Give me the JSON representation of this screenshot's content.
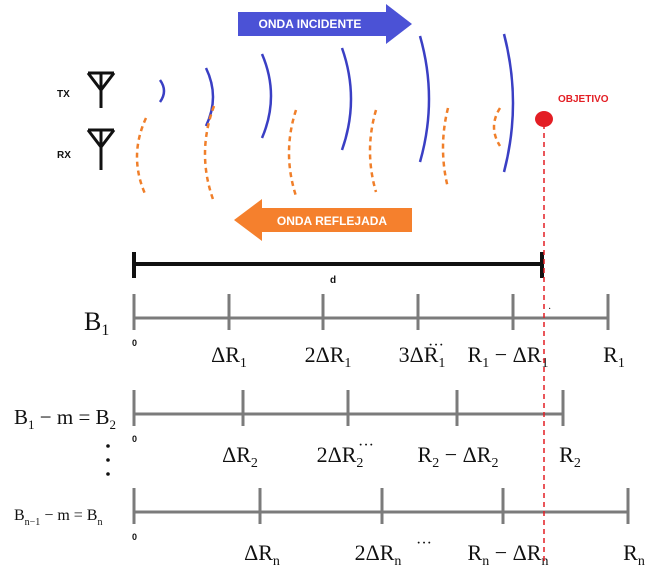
{
  "colors": {
    "incident_wave": "#3a3fc4",
    "reflected_wave": "#f07f2a",
    "incident_arrow": "#4b52d6",
    "reflected_arrow": "#f5802d",
    "target": "#e31e24",
    "axis": "#7b7b7b",
    "distance_bar": "#111111",
    "text": "#111111"
  },
  "antennas": {
    "tx_label": "TX",
    "rx_label": "RX",
    "icon": "antenna-icon"
  },
  "arrows": {
    "incident_label": "ONDA INCIDENTE",
    "reflected_label": "ONDA REFLEJADA"
  },
  "target": {
    "label": "OBJETIVO"
  },
  "distance": {
    "label": "d"
  },
  "axes": {
    "axis1": {
      "row_label": "B",
      "row_label_sub": "1",
      "zero": "0",
      "ticks": [
        {
          "text": "ΔR",
          "sub": "1"
        },
        {
          "text": "2ΔR",
          "sub": "1"
        },
        {
          "text": "3ΔR",
          "sub": "1"
        },
        {
          "text": "R",
          "sub": "1",
          "tail": " − ΔR",
          "tail_sub": "1"
        },
        {
          "text": "R",
          "sub": "1"
        }
      ],
      "ellipsis": "···",
      "dot": "·"
    },
    "axis2": {
      "row_label_parts": [
        "B",
        "1",
        " − m = B",
        "2"
      ],
      "zero": "0",
      "ticks": [
        {
          "text": "ΔR",
          "sub": "2"
        },
        {
          "text": "2ΔR",
          "sub": "2"
        },
        {
          "text": "R",
          "sub": "2",
          "tail": " − ΔR",
          "tail_sub": "2"
        },
        {
          "text": "R",
          "sub": "2"
        }
      ],
      "ellipsis": "···"
    },
    "axis3": {
      "row_label_parts": [
        "B",
        "n−1",
        " − m = B",
        "n"
      ],
      "zero": "0",
      "ticks": [
        {
          "text": "ΔR",
          "sub": "n"
        },
        {
          "text": "2ΔR",
          "sub": "n"
        },
        {
          "text": "R",
          "sub": "n",
          "tail": " − ΔR",
          "tail_sub": "n"
        },
        {
          "text": "R",
          "sub": "n"
        }
      ],
      "ellipsis": "···"
    },
    "vertical_dots": "⋮"
  }
}
